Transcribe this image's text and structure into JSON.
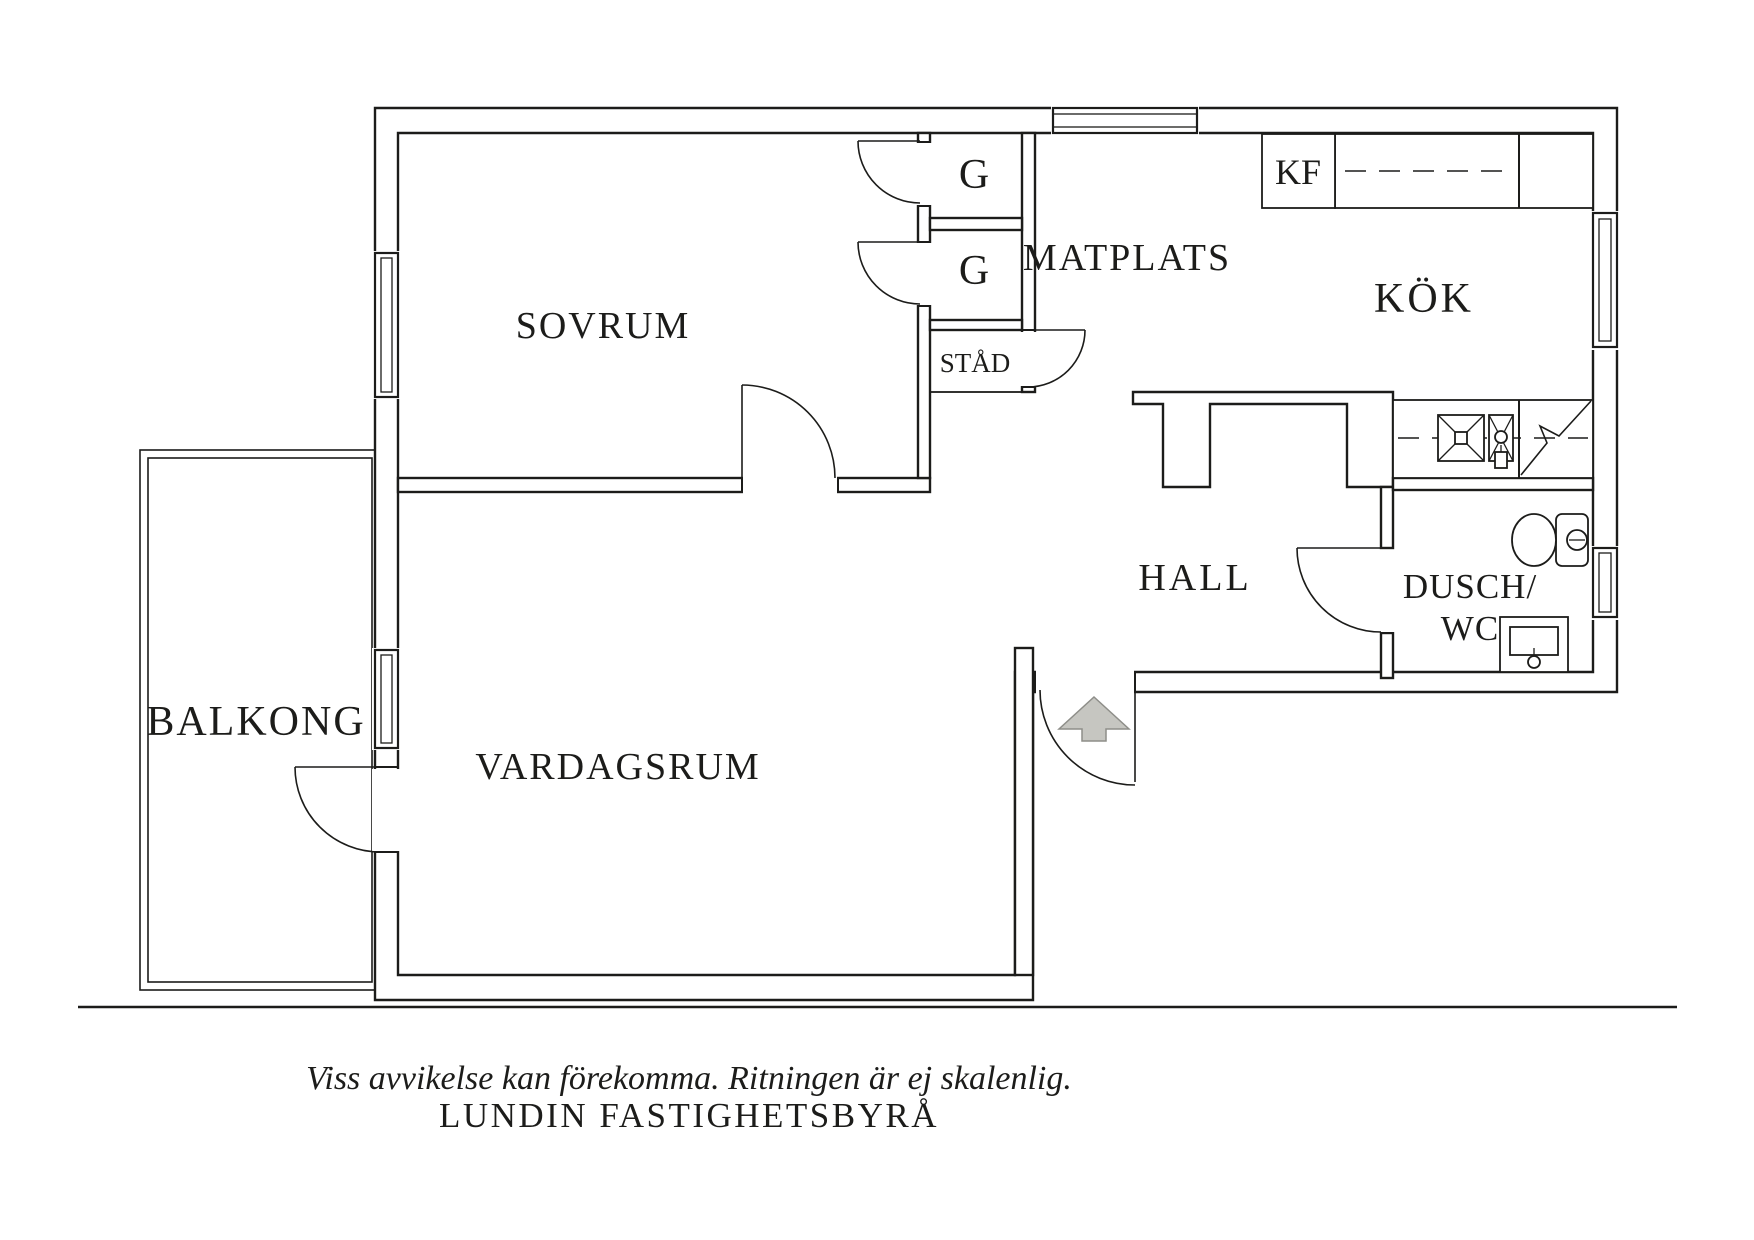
{
  "document": {
    "type": "apartment floor plan"
  },
  "colors": {
    "line": "#1c1c1a",
    "background": "#ffffff",
    "arrow_fill": "#c6c6c1",
    "arrow_stroke": "#8e8e89"
  },
  "rooms": {
    "sovrum": "SOVRUM",
    "matplats": "MATPLATS",
    "kok": "KÖK",
    "hall": "HALL",
    "dusch_wc_line1": "DUSCH/",
    "dusch_wc_line2": "WC",
    "vardagsrum": "VARDAGSRUM",
    "balkong": "BALKONG"
  },
  "fixtures": {
    "kf": "KF",
    "garderob1": "G",
    "garderob2": "G",
    "stad": "STÅD"
  },
  "footer": {
    "disclaimer": "Viss avvikelse kan förekomma. Ritningen är ej skalenlig.",
    "company": "LUNDIN FASTIGHETSBYRÅ"
  }
}
